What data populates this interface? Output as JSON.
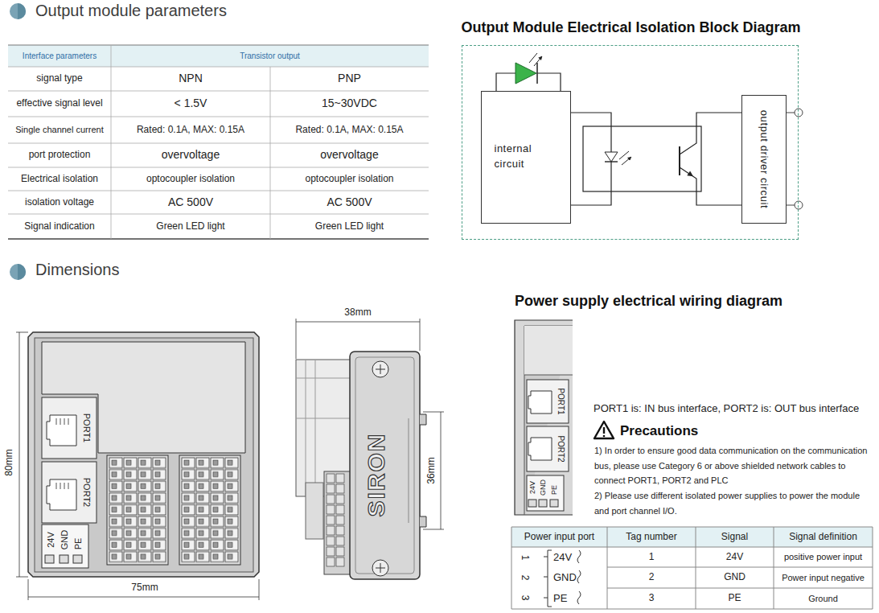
{
  "diagram": {
    "nodes": [
      {
        "text": [
          "Output Module Electrical Isolation Block Diagram"
        ]
      },
      {
        "text": [
          "internal circuit"
        ],
        "in": 0
      },
      {
        "text": [
          "output driver circuit"
        ],
        "in": 0
      }
    ],
    "labels": [
      "Output module parameters",
      "Interface parameters",
      "Transistor output",
      "signal type",
      "NPN",
      "PNP",
      "effective signal level",
      "< 1.5V",
      "15~30VDC",
      "Single channel current",
      "Rated: 0.1A, MAX: 0.15A",
      "Rated: 0.1A, MAX: 0.15A",
      "port protection",
      "overvoltage",
      "overvoltage",
      "Electrical isolation",
      "optocoupler isolation",
      "optocoupler isolation",
      "isolation voltage",
      "AC 500V",
      "AC 500V",
      "Signal indication",
      "Green LED light",
      "Green LED light",
      "Dimensions",
      "PORT1",
      "PORT2",
      "24V",
      "GND",
      "PE",
      "80mm",
      "75mm",
      "38mm",
      "SIRON",
      "36mm",
      "Power supply electrical wiring diagram",
      "PORT1",
      "PORT2",
      "24V",
      "GND",
      "PE",
      "PORT1 is: IN bus interface, PORT2 is: OUT bus interface",
      "Precautions",
      "1) In order to ensure good data communication on the communication bus, please use Category 6 or above shielded network cables to connect PORT1, PORT2 and PLC",
      "2) Please use different isolated power supplies to power the module and port channel I/O.",
      "Power input port",
      "Tag number",
      "Signal",
      "Signal definition",
      "1",
      "2",
      "3",
      "24V",
      "GND",
      "PE",
      "1",
      "24V",
      "positive power input",
      "2",
      "GND",
      "Power input negative",
      "3",
      "PE",
      "Ground"
    ]
  }
}
